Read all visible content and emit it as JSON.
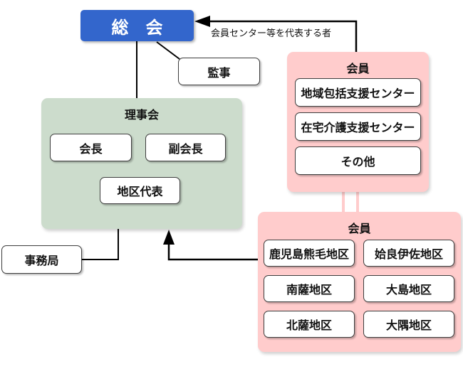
{
  "chart_data": {
    "type": "diagram",
    "title": "組織図",
    "nodes": [
      "総　会",
      "監事",
      "理事会",
      "会長",
      "副会長",
      "地区代表",
      "事務局",
      "会員",
      "地域包括支援センター",
      "在宅介護支援センター",
      "その他",
      "会員",
      "鹿児島熊毛地区",
      "姶良伊佐地区",
      "南薩地区",
      "大島地区",
      "北薩地区",
      "大隅地区"
    ],
    "edges": [
      "会員グループ → 総会 (会員センター等を代表する者)",
      "総会 — 監事",
      "総会 — 理事会",
      "事務局 — 理事会",
      "会員(地区) → 理事会",
      "会員(センター) — 会員(地区)"
    ]
  },
  "colors": {
    "assembly_blue": "#3366cc",
    "board_green": "#ccdccc",
    "members_pink": "#ffcccc",
    "box_border": "#3d3d3d",
    "line_black": "#000000"
  },
  "nodes": {
    "general_assembly": {
      "label": "総　会"
    },
    "auditor": {
      "label": "監事"
    },
    "board": {
      "title": "理事会",
      "items": [
        {
          "label": "会長"
        },
        {
          "label": "副会長"
        },
        {
          "label": "地区代表"
        }
      ]
    },
    "secretariat": {
      "label": "事務局"
    },
    "members_centers": {
      "title": "会員",
      "items": [
        {
          "label": "地域包括支援センター"
        },
        {
          "label": "在宅介護支援センター"
        },
        {
          "label": "その他"
        }
      ]
    },
    "members_districts": {
      "title": "会員",
      "items": [
        {
          "label": "鹿児島熊毛地区"
        },
        {
          "label": "姶良伊佐地区"
        },
        {
          "label": "南薩地区"
        },
        {
          "label": "大島地区"
        },
        {
          "label": "北薩地区"
        },
        {
          "label": "大隅地区"
        }
      ]
    },
    "edge_label": "会員センター等を代表する者"
  }
}
